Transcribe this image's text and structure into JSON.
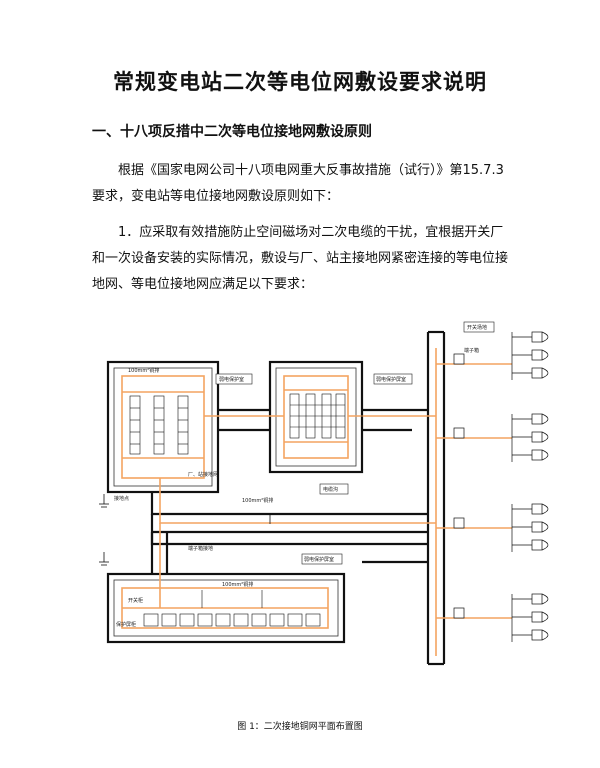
{
  "document": {
    "title": "常规变电站二次等电位网敷设要求说明",
    "section_heading": "一、十八项反措中二次等电位接地网敷设原则",
    "paragraphs": [
      "根据《国家电网公司十八项电网重大反事故措施（试行）》第15.7.3要求，变电站等电位接地网敷设原则如下：",
      "1．应采取有效措施防止空间磁场对二次电缆的干扰，宜根据开关厂和一次设备安装的实际情况，敷设与厂、站主接地网紧密连接的等电位接地网、等电位接地网应满足以下要求："
    ],
    "figure_caption": "图 1：二次接地铜网平面布置图"
  },
  "figure": {
    "labels": {
      "room_a": "弱电保护室",
      "room_b": "弱电保护屏室",
      "room_c": "弱电保护屏室",
      "switch_field": "开关场地",
      "cable_trench": "电缆沟",
      "copper_100_a": "100mm²铜排",
      "copper_100_b": "100mm²铜排",
      "copper_100_c": "100mm²铜排",
      "ground_note": "接地点",
      "switch_row": "开关柜",
      "panel_row": "保护屏柜",
      "note_a": "厂、站接地网",
      "note_b": "端子箱接地",
      "cabinet": "端子箱"
    },
    "colors": {
      "copper": "#f4a460",
      "line": "#111111"
    }
  }
}
